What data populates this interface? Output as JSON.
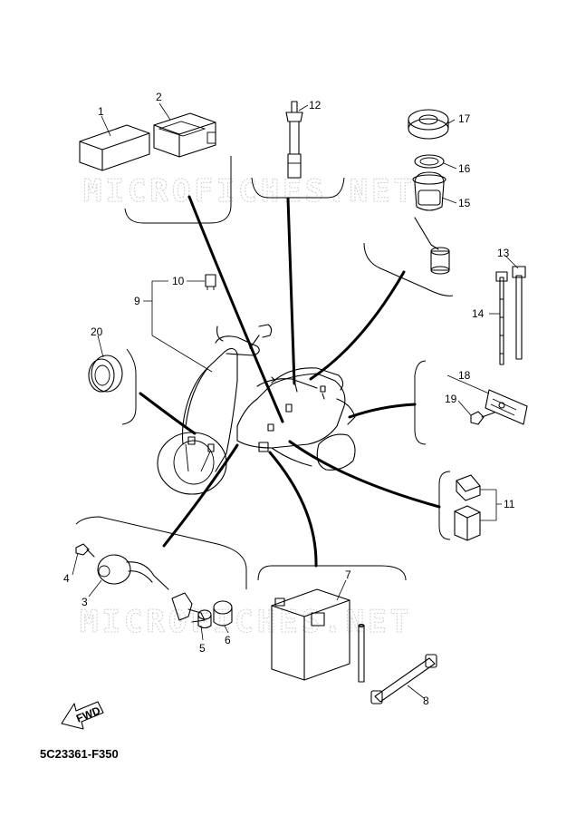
{
  "callouts": {
    "c1": "1",
    "c2": "2",
    "c3": "3",
    "c4": "4",
    "c5": "5",
    "c6": "6",
    "c7": "7",
    "c8": "8",
    "c9": "9",
    "c10": "10",
    "c11": "11",
    "c12": "12",
    "c13": "13",
    "c14": "14",
    "c15": "15",
    "c16": "16",
    "c17": "17",
    "c18": "18",
    "c19": "19",
    "c20": "20"
  },
  "watermark": "MICROFICHES.NET",
  "fwd_label": "FWD",
  "reference_code": "5C23361-F350",
  "colors": {
    "line": "#000000",
    "watermark": "#d2d2d2",
    "background": "#ffffff"
  }
}
